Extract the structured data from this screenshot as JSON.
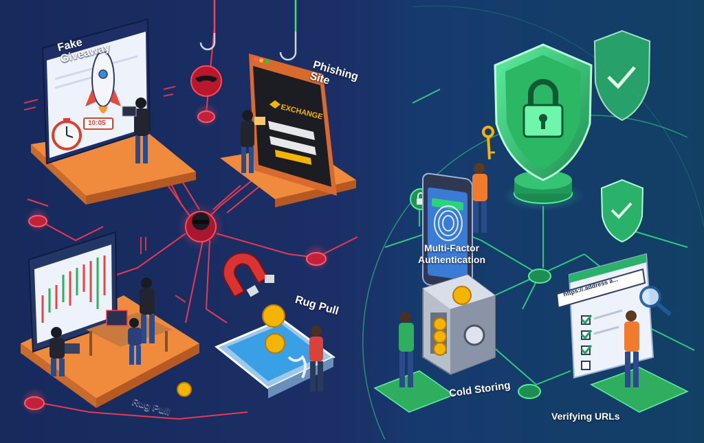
{
  "labels": {
    "fake_giveaway_line1": "Fake",
    "fake_giveaway_line2": "Giveaway",
    "phishing_line1": "Phishing",
    "phishing_line2": "Site",
    "rug_pull_right": "Rug Pull",
    "rug_pull_bottom": "Rug Pull",
    "mfa_line1": "Multi-Factor",
    "mfa_line2": "Authentication",
    "cold_storing": "Cold Storing",
    "verifying_urls": "Verifying URLs"
  },
  "screens": {
    "giveaway_timer": "10:05",
    "exchange_brand": "EXCHANGE",
    "url_bar": "https://.address a..."
  },
  "colors": {
    "danger": "#ff3b4f",
    "safe": "#35d87a",
    "platform_orange": "#f08a3c",
    "platform_green": "#2fae5f"
  }
}
